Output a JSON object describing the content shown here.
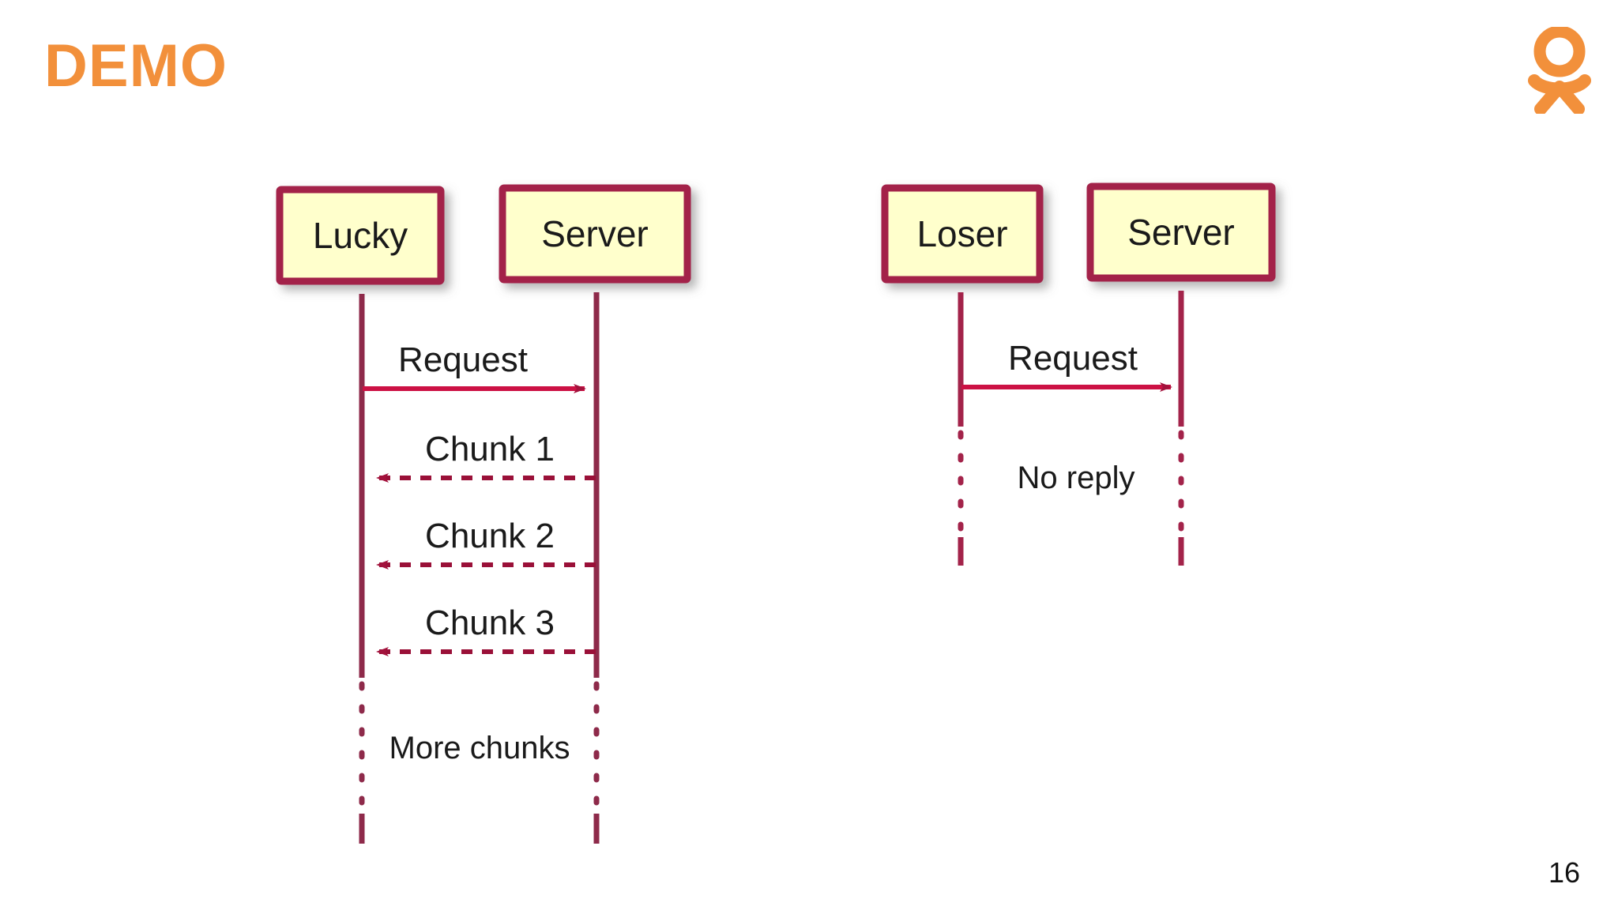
{
  "slide": {
    "title": "DEMO",
    "title_color": "#F2903B",
    "page_number": "16",
    "background_color": "#FFFFFF"
  },
  "brand": {
    "name": "ok-logo",
    "color": "#F2903B"
  },
  "diagram": {
    "type": "sequence-diagram",
    "style": {
      "box_fill": "#FFFFCC",
      "box_border": "#A3234A",
      "line_color": "#A3234A",
      "text_color": "#1A1A1A"
    },
    "panels": [
      {
        "id": "lucky-panel",
        "participants": [
          {
            "id": "lucky",
            "label": "Lucky"
          },
          {
            "id": "server-left",
            "label": "Server"
          }
        ],
        "messages": [
          {
            "id": "m1",
            "label": "Request",
            "from": "lucky",
            "to": "server-left",
            "style": "solid",
            "direction": "right"
          },
          {
            "id": "m2",
            "label": "Chunk 1",
            "from": "server-left",
            "to": "lucky",
            "style": "dashed",
            "direction": "left"
          },
          {
            "id": "m3",
            "label": "Chunk 2",
            "from": "server-left",
            "to": "lucky",
            "style": "dashed",
            "direction": "left"
          },
          {
            "id": "m4",
            "label": "Chunk 3",
            "from": "server-left",
            "to": "lucky",
            "style": "dashed",
            "direction": "left"
          }
        ],
        "note": {
          "id": "n1",
          "label": "More chunks",
          "style": "dotted-gap"
        }
      },
      {
        "id": "loser-panel",
        "participants": [
          {
            "id": "loser",
            "label": "Loser"
          },
          {
            "id": "server-right",
            "label": "Server"
          }
        ],
        "messages": [
          {
            "id": "m5",
            "label": "Request",
            "from": "loser",
            "to": "server-right",
            "style": "solid",
            "direction": "right"
          }
        ],
        "note": {
          "id": "n2",
          "label": "No reply",
          "style": "dotted-gap"
        }
      }
    ]
  }
}
